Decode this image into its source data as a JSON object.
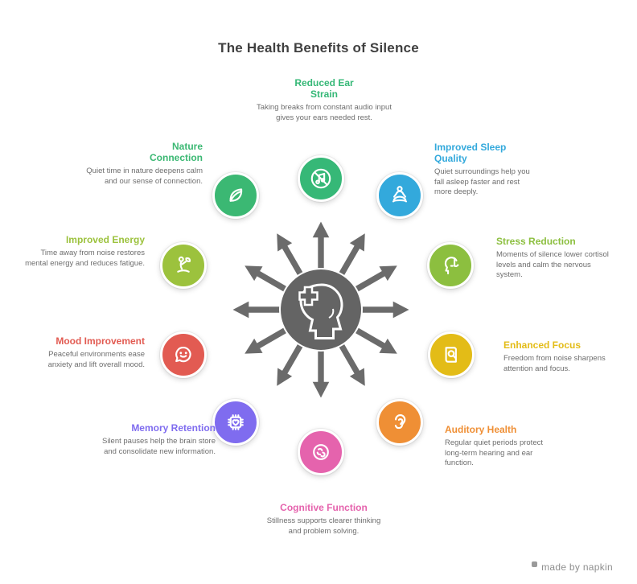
{
  "title": "The Health Benefits of Silence",
  "watermark": "made by napkin",
  "center": {
    "icon": "head-with-cross-icon"
  },
  "nodes": [
    {
      "id": "reduced-ear-strain",
      "title": "Reduced Ear Strain",
      "icon": "muted-music-icon",
      "color": "#36b877",
      "description": "Taking breaks from constant audio input gives your ears needed rest."
    },
    {
      "id": "improved-sleep-quality",
      "title": "Improved Sleep Quality",
      "icon": "meditation-icon",
      "color": "#33a9dc",
      "description": "Quiet surroundings help you fall asleep faster and rest more deeply."
    },
    {
      "id": "stress-reduction",
      "title": "Stress Reduction",
      "icon": "quiet-gesture-icon",
      "color": "#8cbf3f",
      "description": "Moments of silence lower cortisol levels and calm the nervous system."
    },
    {
      "id": "enhanced-focus",
      "title": "Enhanced Focus",
      "icon": "book-magnifier-icon",
      "color": "#e3bc17",
      "description": "Freedom from noise sharpens attention and focus."
    },
    {
      "id": "auditory-health",
      "title": "Auditory Health",
      "icon": "ear-icon",
      "color": "#ef8f35",
      "description": "Regular quiet periods protect long-term hearing and ear function."
    },
    {
      "id": "cognitive-function",
      "title": "Cognitive Function",
      "icon": "brain-icon",
      "color": "#e563ad",
      "description": "Stillness supports clearer thinking and problem solving."
    },
    {
      "id": "memory-retention",
      "title": "Memory Retention",
      "icon": "chip-heart-icon",
      "color": "#7f6cef",
      "description": "Silent pauses help the brain store and consolidate new information."
    },
    {
      "id": "mood-improvement",
      "title": "Mood Improvement",
      "icon": "chat-smile-icon",
      "color": "#e25b52",
      "description": "Peaceful environments ease anxiety and lift overall mood."
    },
    {
      "id": "improved-energy",
      "title": "Improved Energy",
      "icon": "figure-leaf-icon",
      "color": "#9cc23d",
      "description": "Time away from noise restores mental energy and reduces fatigue."
    },
    {
      "id": "nature-connection",
      "title": "Nature Connection",
      "icon": "leaf-icon",
      "color": "#3bb873",
      "description": "Quiet time in nature deepens calm and our sense of connection."
    }
  ]
}
